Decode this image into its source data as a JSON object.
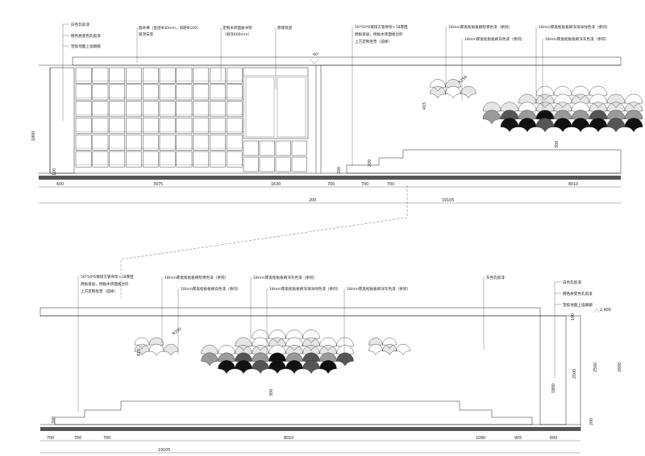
{
  "top_elevation": {
    "callouts_left": [
      "白色乳胶漆",
      "檀色质变色乳胶漆",
      "塑胶地面上墙踢脚"
    ],
    "callouts_top": [
      "圆木棒（直径Φ30mm，间距Φ100）",
      "吸顶安装",
      "定制木饰面板书架",
      "（进深400mm）",
      "原建筑窗"
    ],
    "steel_note": [
      "50*50*6镀锌方管骨架+18厚阻",
      "燃板基层，侧板木饰面板台阶",
      "上方定制坐垫（选样）"
    ],
    "paint_notes": [
      "18mm厚奥松板板刷暗青色漆（余同）",
      "18mm厚奥松板板刷白色漆（余同）",
      "18mm厚奥松板板刷深海洋绿色漆（余同）",
      "18mm厚奥松板板刷深灰色漆（余同）"
    ],
    "angle": "90°",
    "radius": "R250",
    "heights": [
      "1800",
      "415",
      "300",
      "200",
      "100",
      "200"
    ],
    "dims_row1": [
      "600",
      "3975",
      "1630",
      "700",
      "700",
      "700",
      "8010"
    ],
    "dims_row2": [
      "200",
      "19105"
    ]
  },
  "bottom_elevation": {
    "steel_note": [
      "50*50*6镀锌方管骨架+18厚阻",
      "燃板基层，侧板木饰面板台阶",
      "上方定制坐垫（选样）"
    ],
    "paint_notes": [
      "18mm厚奥松板板刷暗青色漆（余同）",
      "18mm厚奥松板板刷白色漆（余同）",
      "18mm厚奥松板板刷深灰色漆（余同）",
      "18mm厚奥松板板刷深海洋绿色漆（余同）",
      "18mm厚奥松板板刷深灰色漆（余同）"
    ],
    "grey_paint": "灰色乳胶漆",
    "callouts_right": [
      "白色乳胶漆",
      "檀色质变色乳胶漆",
      "塑胶地面上墙踢脚"
    ],
    "radius": "R250",
    "level": "2.400",
    "heights": [
      "415",
      "300",
      "200",
      "1800",
      "2500",
      "2500",
      "2600",
      "100",
      "200"
    ],
    "dims_row1": [
      "700",
      "700",
      "700",
      "8010",
      "1090",
      "905",
      "600"
    ],
    "dims_row2": [
      "19105"
    ]
  }
}
